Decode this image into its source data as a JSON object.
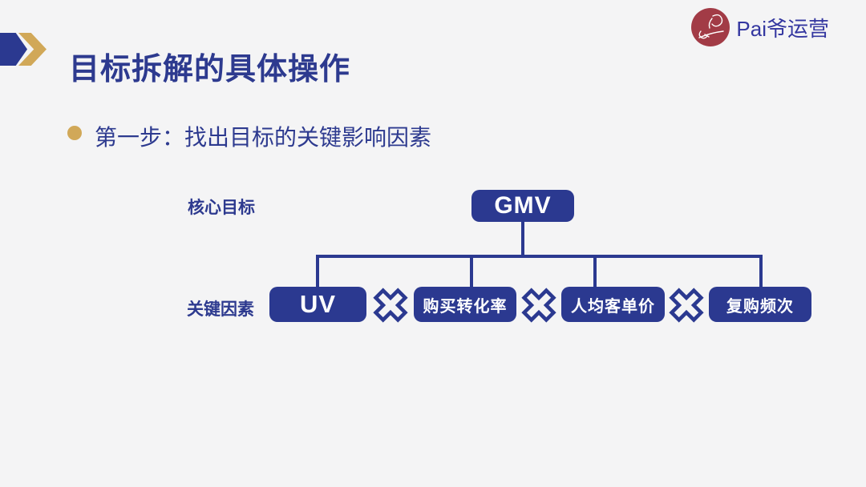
{
  "slide": {
    "title": "目标拆解的具体操作",
    "brand": {
      "name": "Pai爷运营",
      "logo_icon": "reclining-figure-sketch"
    },
    "step": {
      "label": "第一步：找出目标的关键影响因素"
    },
    "diagram": {
      "type": "factor-tree",
      "core_label": "核心目标",
      "core_node": "GMV",
      "factors_label": "关键因素",
      "factors": [
        "UV",
        "购买转化率",
        "人均客单价",
        "复购频次"
      ],
      "operator": "multiply"
    },
    "colors": {
      "navy": "#2b3990",
      "text_navy": "#2d3a8f",
      "gold": "#d1a858",
      "logo_red": "#a23b46",
      "brand_text": "#3437a0",
      "background": "#f4f4f5"
    }
  }
}
